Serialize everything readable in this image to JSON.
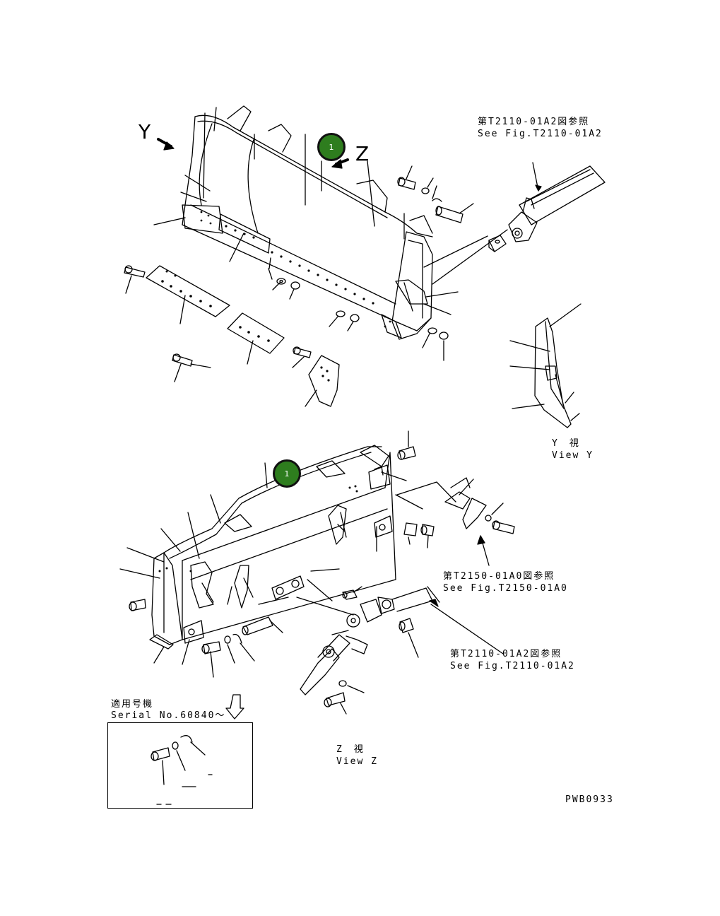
{
  "labels": {
    "view_y_letter": "Y",
    "view_z_letter": "Z",
    "ref_top_jp": "第T2110-01A2図参照",
    "ref_top_en": "See Fig.T2110-01A2",
    "view_y_jp": "Y　視",
    "view_y_en": "View Y",
    "ref_mid_jp": "第T2150-01A0図参照",
    "ref_mid_en": "See Fig.T2150-01A0",
    "ref_low_jp": "第T2110-01A2図参照",
    "ref_low_en": "See Fig.T2110-01A2",
    "serial_jp": "適用号機",
    "serial_en": "Serial No.60840～",
    "view_z_jp": "Z　視",
    "view_z_en": "View Z",
    "drawing_no": "PWB0933"
  },
  "hotspots": [
    {
      "label": "1"
    },
    {
      "label": "1"
    }
  ],
  "colors": {
    "line": "#000000",
    "hotspot_fill": "#2e7d1e",
    "background": "#ffffff"
  }
}
